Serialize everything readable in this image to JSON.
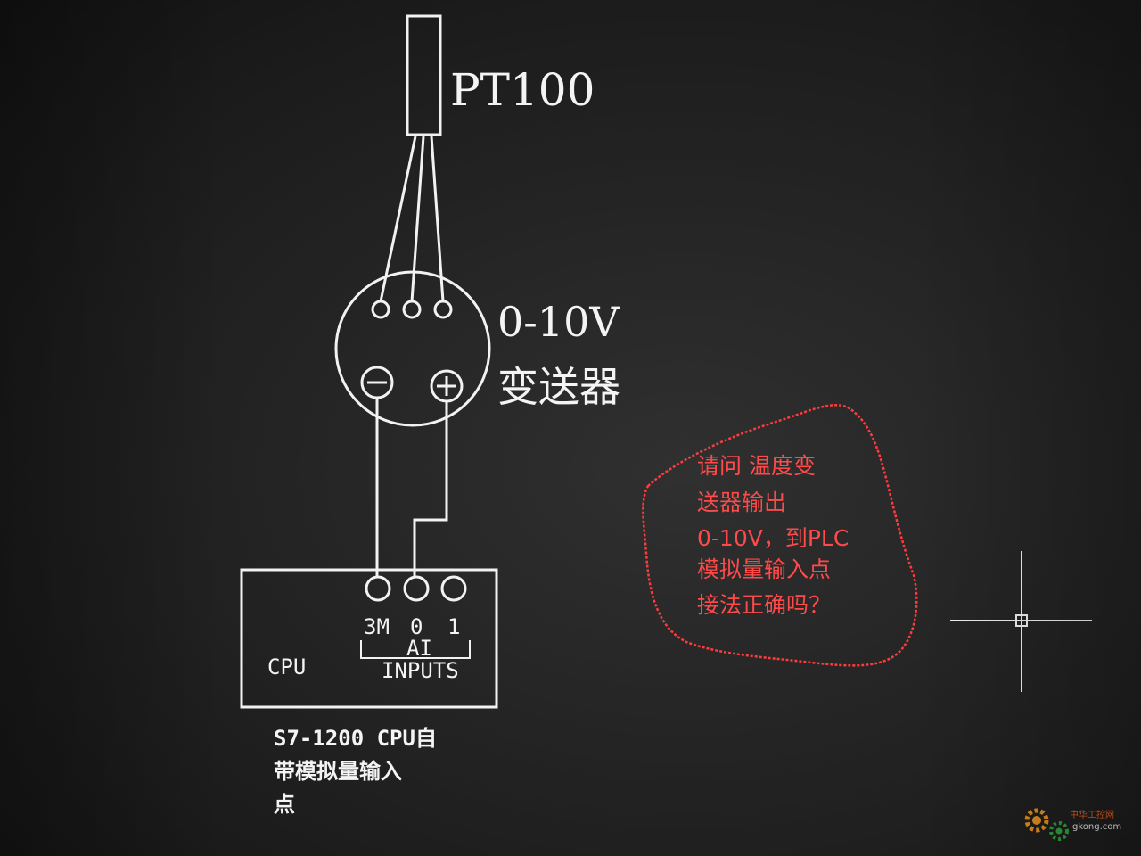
{
  "sensor": {
    "label": "PT100"
  },
  "transmitter": {
    "range_label": "0-10V",
    "name_label": "变送器"
  },
  "plc": {
    "cpu_label": "CPU",
    "terminals": [
      "3M",
      "0",
      "1"
    ],
    "group_label_1": "AI",
    "group_label_2": "INPUTS",
    "caption_lines": [
      "S7-1200 CPU自",
      "带模拟量输入",
      "点"
    ]
  },
  "question_note": {
    "lines": [
      "请问 温度变",
      "送器输出",
      "0-10V，到PLC",
      "模拟量输入点",
      "接法正确吗？"
    ],
    "color": "#ff4a4a"
  },
  "watermark": {
    "text_top": "中华工控网",
    "text_bottom": "gkong.com",
    "icon": "gear-icon"
  },
  "colors": {
    "linework": "#f2f2f2",
    "background": "#262626",
    "annotation": "#ff4a4a"
  }
}
